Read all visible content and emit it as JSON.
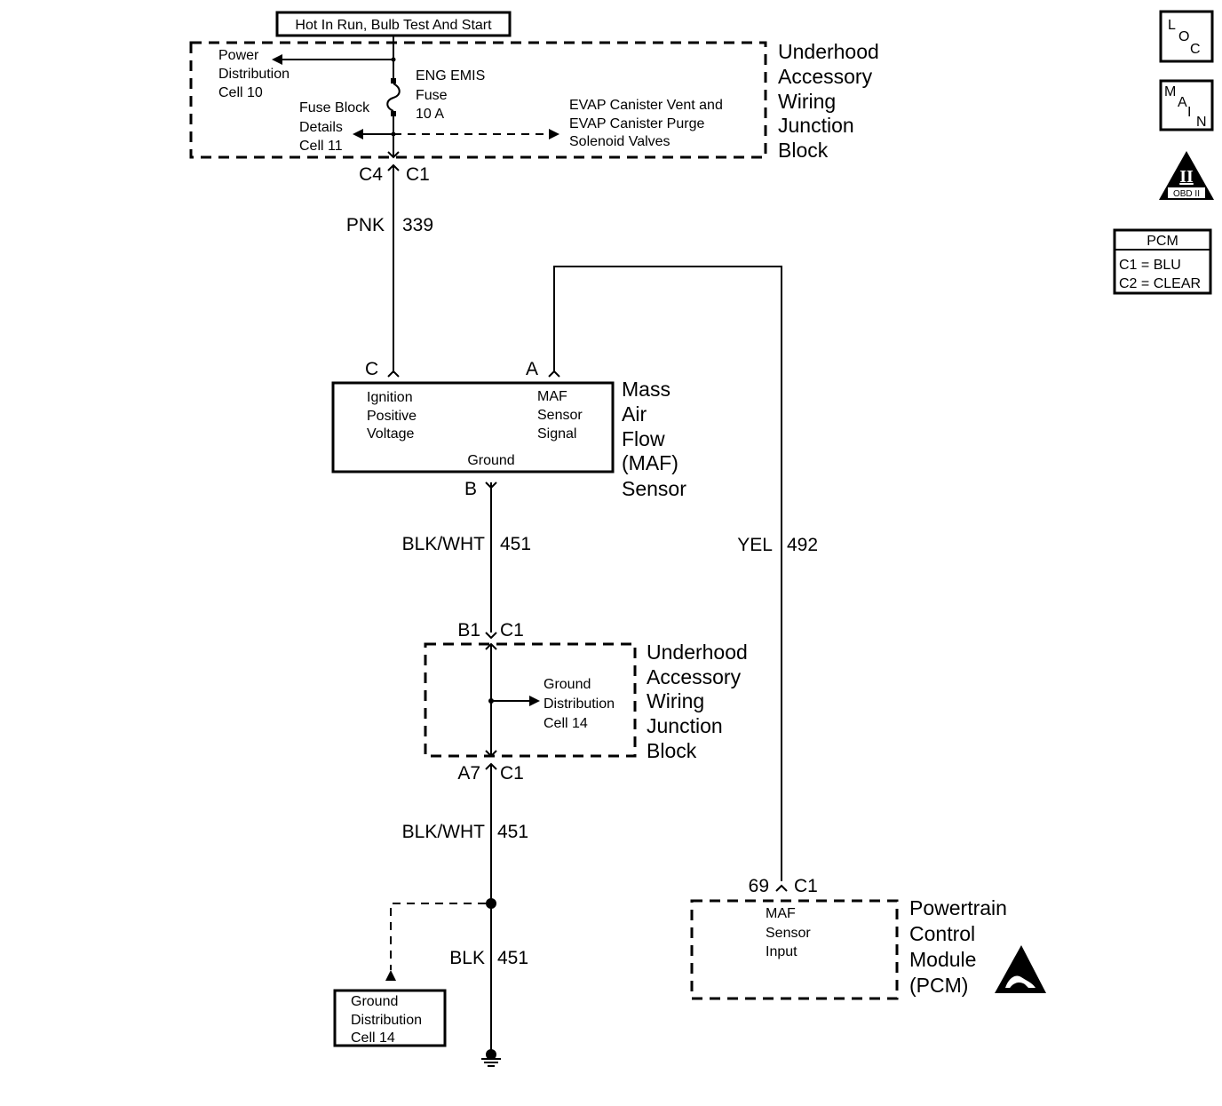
{
  "top_label": "Hot In Run, Bulb Test And Start",
  "uh_top": {
    "title": [
      "Underhood",
      "Accessory",
      "Wiring",
      "Junction",
      "Block"
    ],
    "power_dist": [
      "Power",
      "Distribution",
      "Cell 10"
    ],
    "fuse_block": [
      "Fuse Block",
      "Details",
      "Cell 11"
    ],
    "fuse": [
      "ENG EMIS",
      "Fuse",
      "10 A"
    ],
    "evap": [
      "EVAP Canister Vent and",
      "EVAP Canister Purge",
      "Solenoid Valves"
    ],
    "conn_left": "C4",
    "conn_right": "C1"
  },
  "wire_339": {
    "color": "PNK",
    "number": "339"
  },
  "maf": {
    "pin_c": "C",
    "pin_a": "A",
    "pin_b": "B",
    "ign": [
      "Ignition",
      "Positive",
      "Voltage"
    ],
    "signal": [
      "MAF",
      "Sensor",
      "Signal"
    ],
    "ground": "Ground",
    "title": [
      "Mass",
      "Air",
      "Flow",
      "(MAF)",
      "Sensor"
    ]
  },
  "wire_451_a": {
    "color": "BLK/WHT",
    "number": "451"
  },
  "wire_492": {
    "color": "YEL",
    "number": "492"
  },
  "uh_bottom": {
    "conn_top_left": "B1",
    "conn_top_right": "C1",
    "conn_bot_left": "A7",
    "conn_bot_right": "C1",
    "ground_dist": [
      "Ground",
      "Distribution",
      "Cell 14"
    ],
    "title": [
      "Underhood",
      "Accessory",
      "Wiring",
      "Junction",
      "Block"
    ]
  },
  "wire_451_b": {
    "color": "BLK/WHT",
    "number": "451"
  },
  "wire_451_c": {
    "color": "BLK",
    "number": "451"
  },
  "ground_box": [
    "Ground",
    "Distribution",
    "Cell 14"
  ],
  "pcm": {
    "pin": "69",
    "conn": "C1",
    "input": [
      "MAF",
      "Sensor",
      "Input"
    ],
    "title": [
      "Powertrain",
      "Control",
      "Module",
      "(PCM)"
    ]
  },
  "side_icons": {
    "loc": [
      "L",
      "O",
      "C"
    ],
    "main": [
      "M",
      "A",
      "I",
      "N"
    ],
    "obd_numeral": "II",
    "obd_text": "OBD II"
  },
  "pcm_legend": {
    "title": "PCM",
    "c1": "C1 = BLU",
    "c2": "C2 = CLEAR"
  }
}
